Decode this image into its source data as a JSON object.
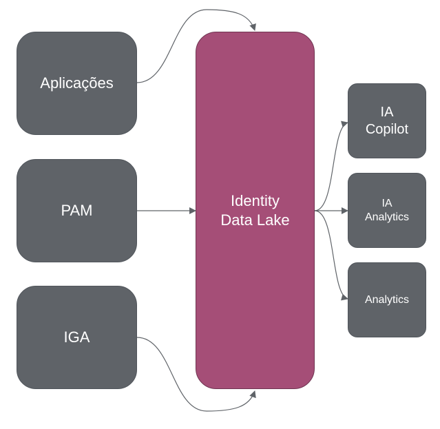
{
  "diagram": {
    "sources": [
      {
        "id": "aplicacoes",
        "lines": [
          "Aplicações"
        ]
      },
      {
        "id": "pam",
        "lines": [
          "PAM"
        ]
      },
      {
        "id": "iga",
        "lines": [
          "IGA"
        ]
      }
    ],
    "hub": {
      "id": "identity-data-lake",
      "lines": [
        "Identity",
        "Data Lake"
      ]
    },
    "targets": [
      {
        "id": "ia-copilot",
        "lines": [
          "IA",
          "Copilot"
        ]
      },
      {
        "id": "ia-analytics",
        "lines": [
          "IA",
          "Analytics"
        ]
      },
      {
        "id": "analytics",
        "lines": [
          "Analytics"
        ]
      }
    ],
    "colors": {
      "box_fill": "#5f6368",
      "hub_fill": "#a54e77",
      "connector": "#5f6368",
      "text": "#ffffff"
    }
  }
}
